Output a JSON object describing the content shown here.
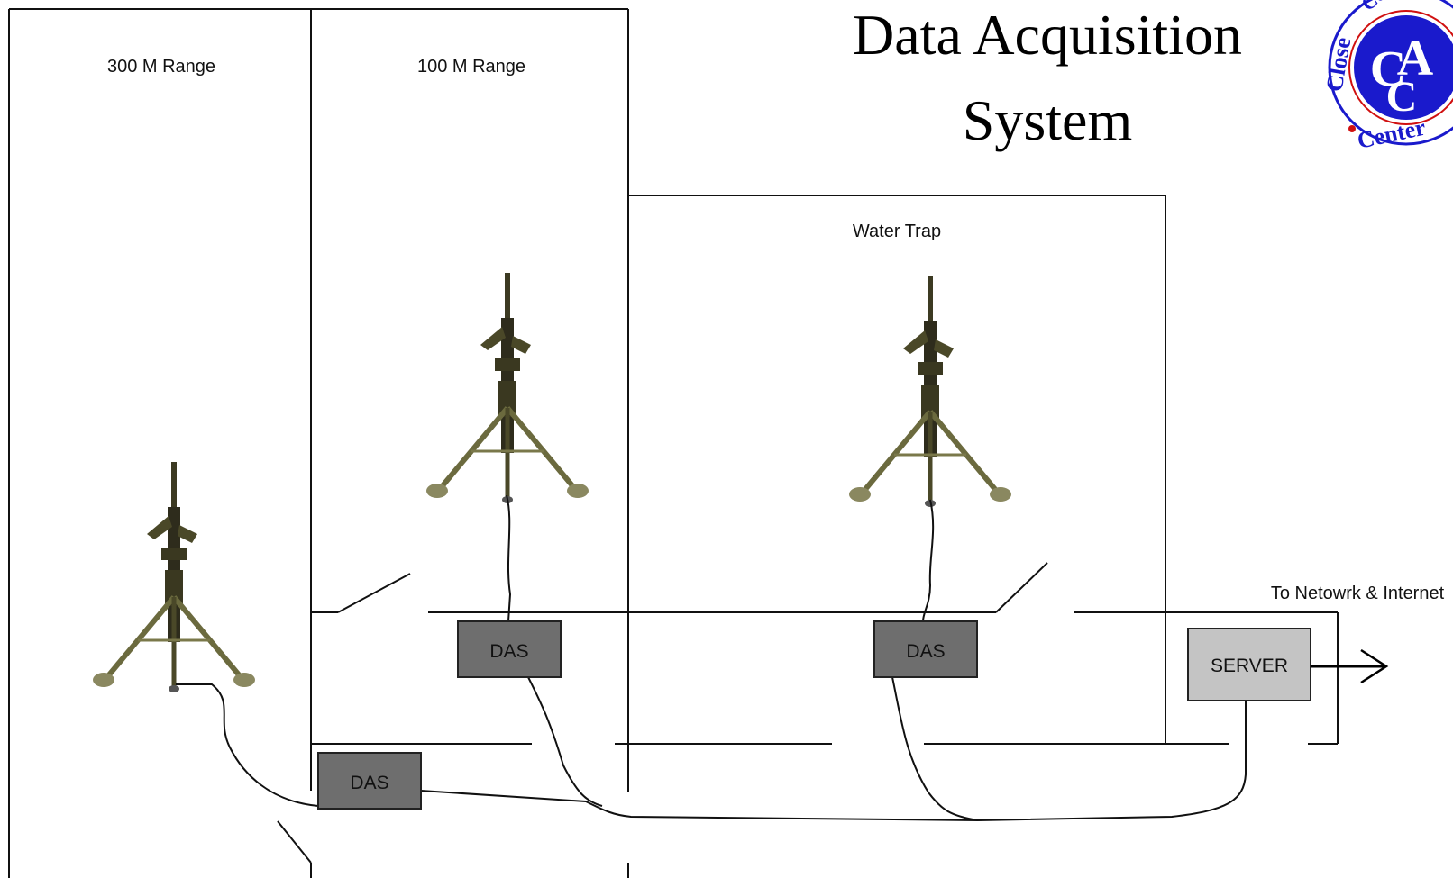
{
  "title": {
    "line1": "Data Acquisition",
    "line2": "System"
  },
  "zones": {
    "range_300": "300 M Range",
    "range_100": "100 M Range",
    "water_trap": "Water Trap"
  },
  "units": {
    "das_1": "DAS",
    "das_2": "DAS",
    "das_3": "DAS",
    "server": "SERVER"
  },
  "network_label": "To Netowrk & Internet",
  "logo": {
    "text_top": "Close Com",
    "text_bottom": "Center",
    "monogram": "CAC",
    "colors": {
      "ring": "#1a1acc",
      "text": "#1a1acc",
      "dot": "#d01010"
    }
  },
  "colors": {
    "das_fill": "#6e6e6e",
    "server_fill": "#c4c4c4",
    "tripod": "#6b6a3e"
  }
}
